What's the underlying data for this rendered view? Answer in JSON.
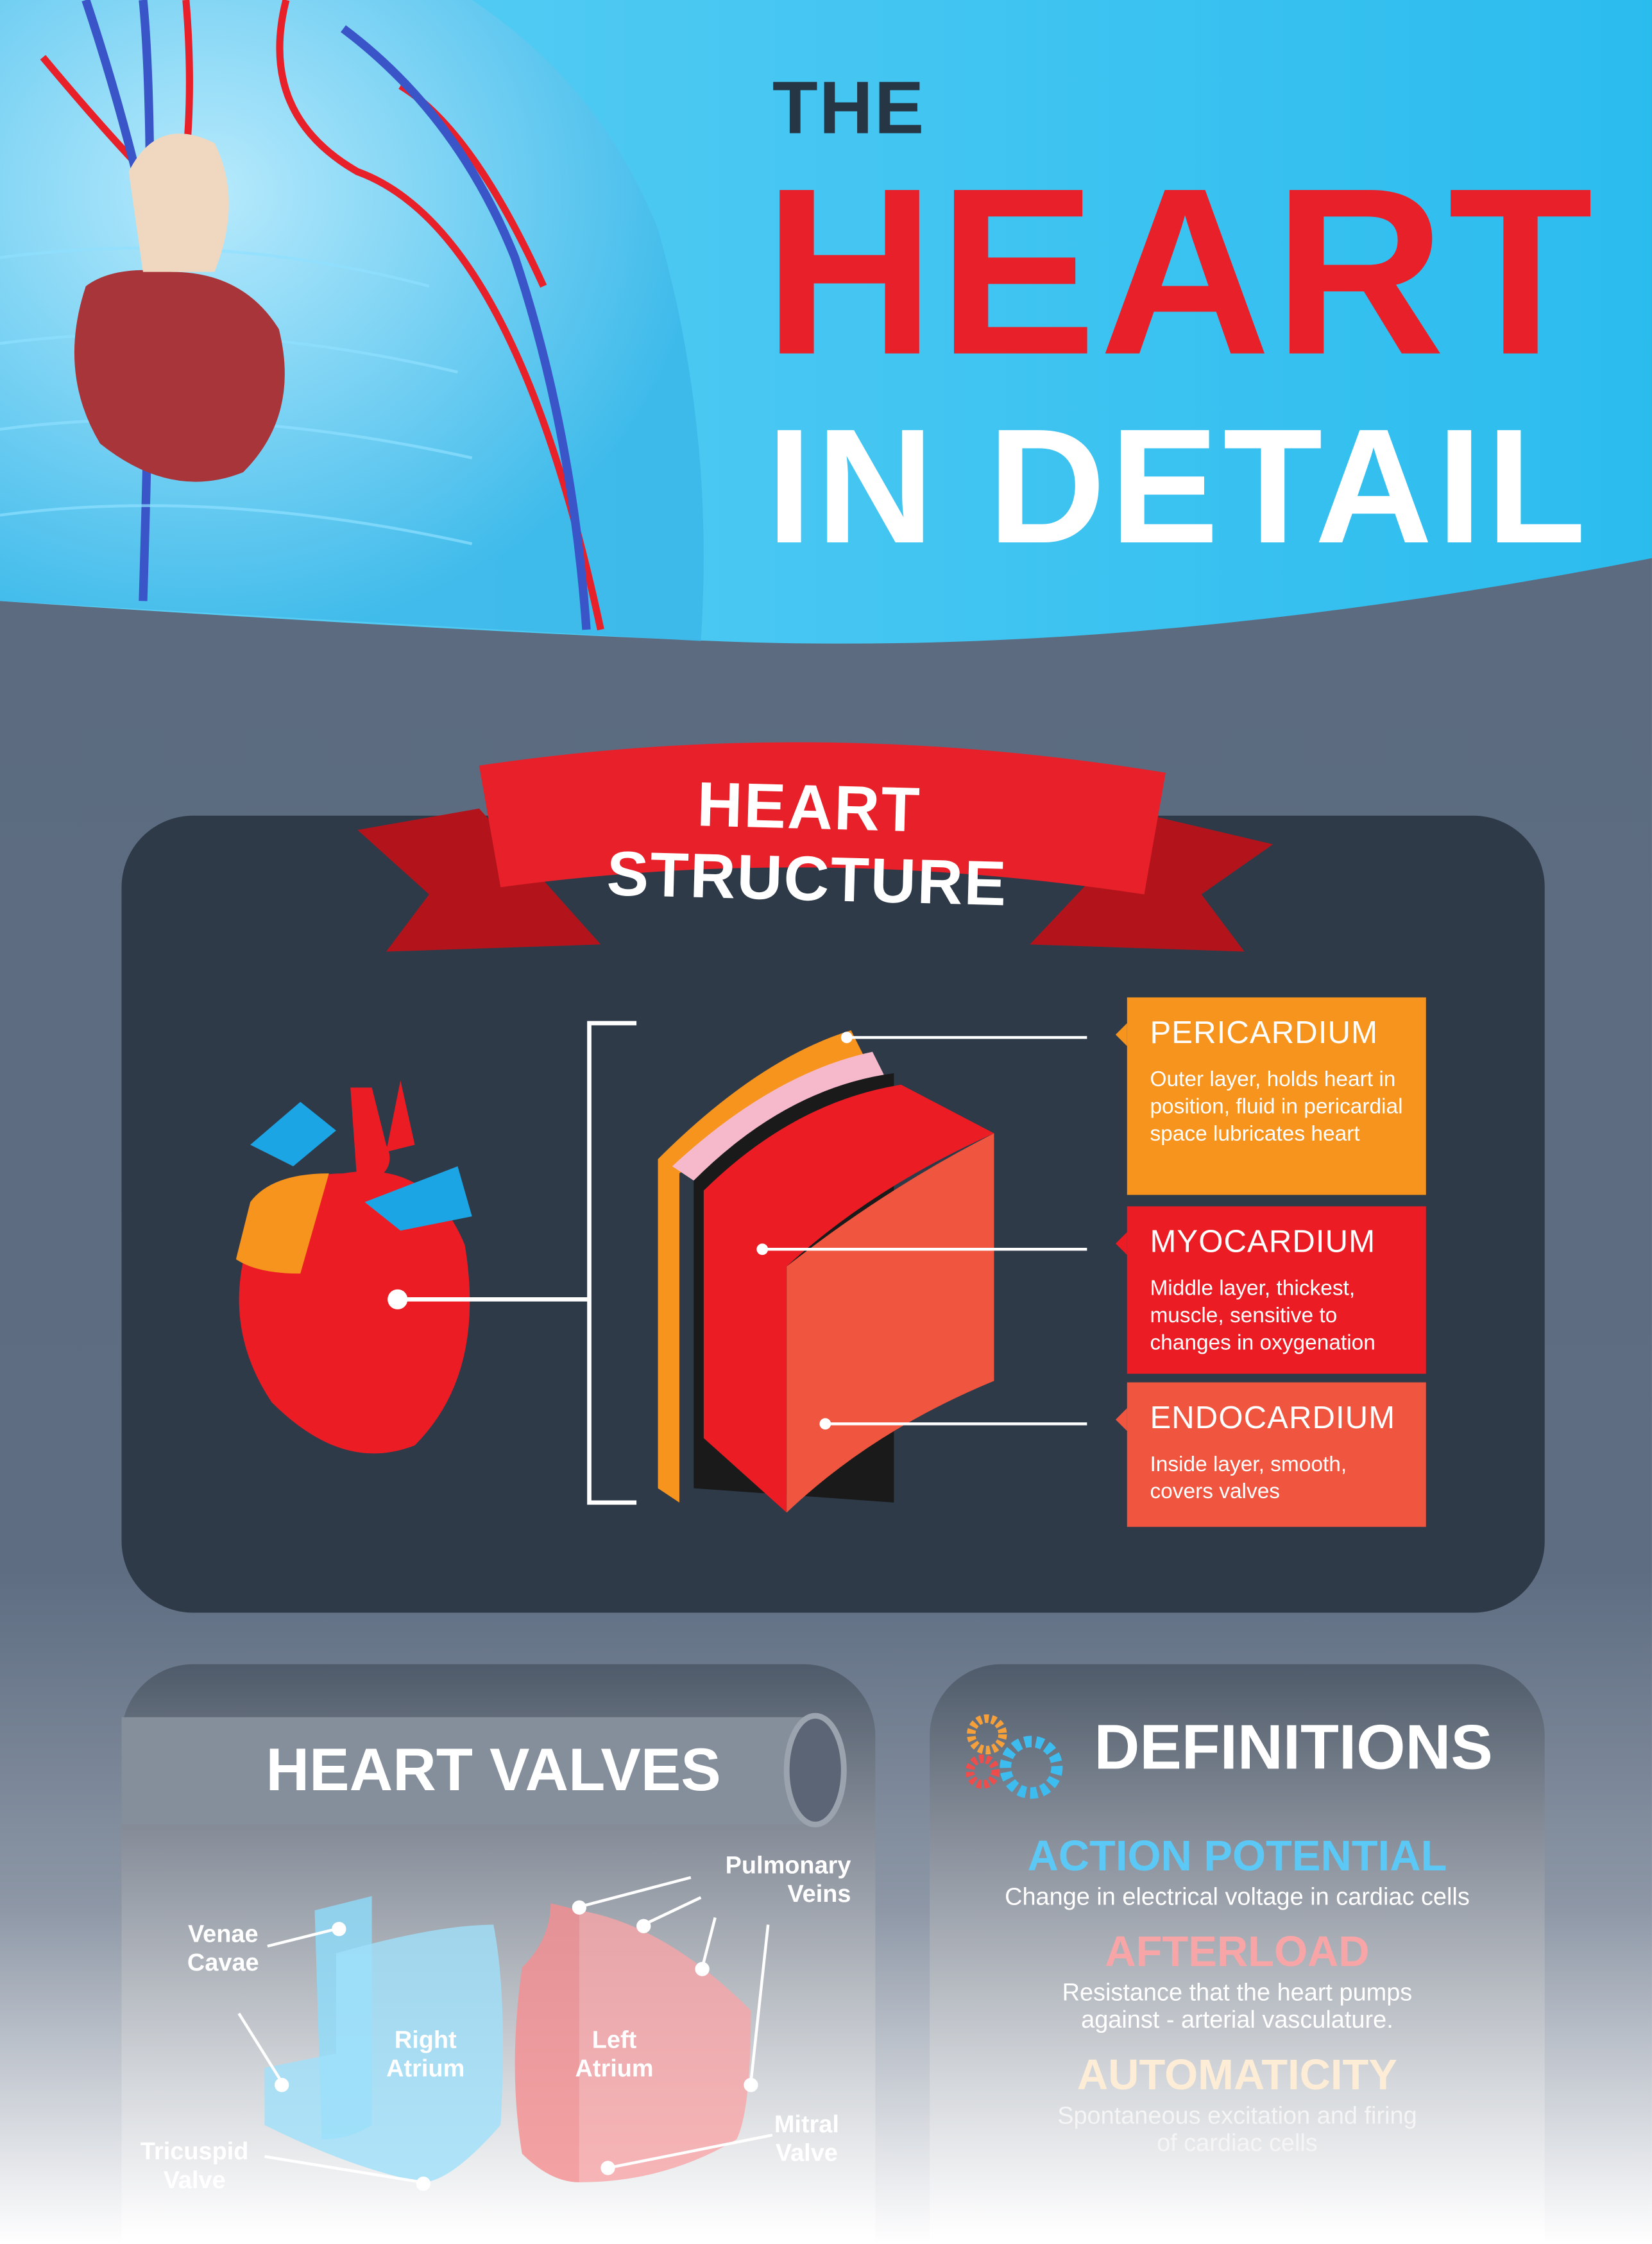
{
  "header": {
    "title_line1": "THE",
    "title_line2": "HEART",
    "title_line3": "IN DETAIL"
  },
  "structure": {
    "banner": "HEART STRUCTURE",
    "layers": [
      {
        "name": "PERICARDIUM",
        "description": "Outer layer, holds heart in position, fluid in pericardial space lubricates heart",
        "color": "#f7941d"
      },
      {
        "name": "MYOCARDIUM",
        "description": "Middle layer, thickest, muscle, sensitive to changes in oxygenation",
        "color": "#ec1c24"
      },
      {
        "name": "ENDOCARDIUM",
        "description": "Inside layer, smooth, covers valves",
        "color": "#f0553f"
      }
    ]
  },
  "valves": {
    "title": "HEART VALVES",
    "labels": {
      "venae_cavae": "Venae Cavae",
      "pulmonary_veins": "Pulmonary Veins",
      "right_atrium": "Right Atrium",
      "left_atrium": "Left Atrium",
      "tricuspid_valve": "Tricuspid Valve",
      "mitral_valve": "Mitral Valve"
    }
  },
  "definitions": {
    "title": "DEFINITIONS",
    "items": [
      {
        "term": "ACTION POTENTIAL",
        "description": "Change in electrical voltage in cardiac cells",
        "color": "#5bc8f5"
      },
      {
        "term": "AFTERLOAD",
        "description": "Resistance that the heart pumps against - arterial vasculature.",
        "color": "#f8a5a8"
      },
      {
        "term": "AUTOMATICITY",
        "description": "Spontaneous excitation and firing of cardiac cells",
        "color": "#fdecd6"
      }
    ]
  }
}
